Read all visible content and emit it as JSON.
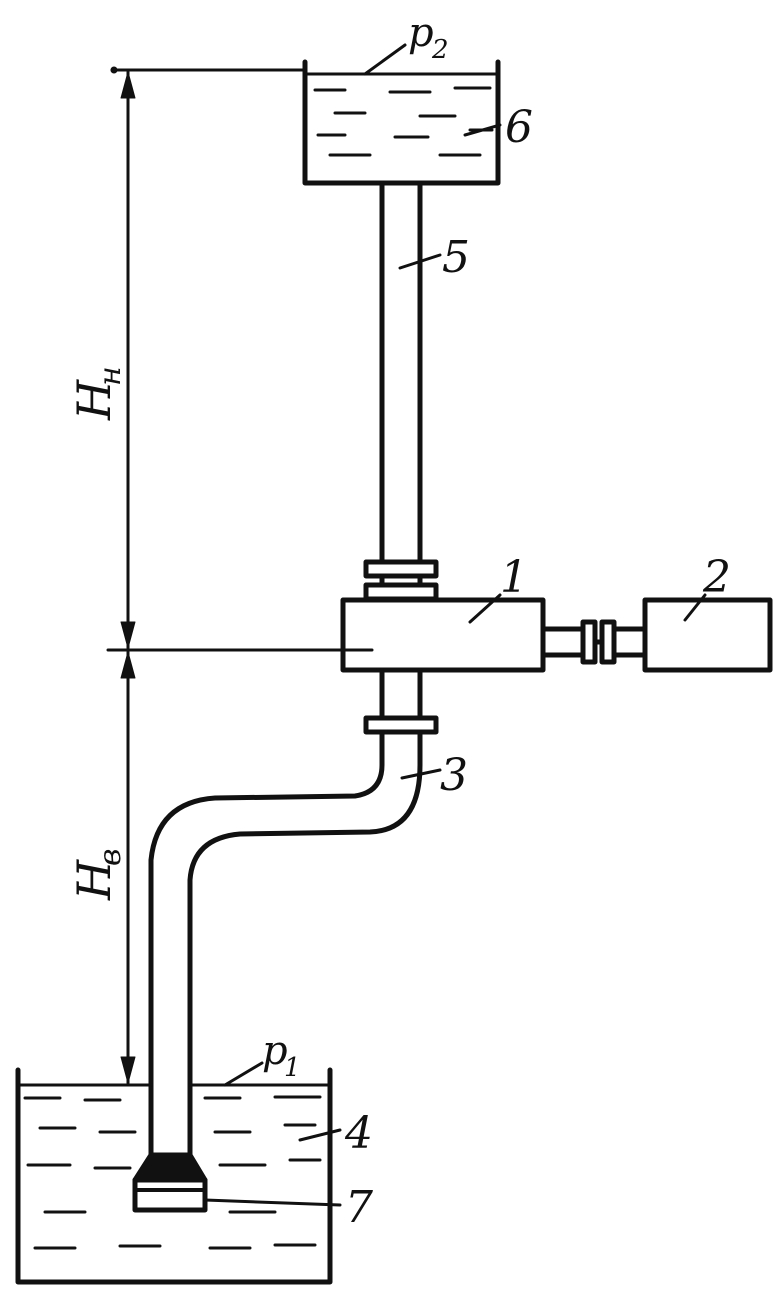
{
  "labels": {
    "n1": "1",
    "n2": "2",
    "n3": "3",
    "n4": "4",
    "n5": "5",
    "n6": "6",
    "n7": "7",
    "p1_main": "p",
    "p1_sub": "1",
    "p2_main": "p",
    "p2_sub": "2",
    "hn_main": "H",
    "hn_sub": "н",
    "hv_main": "H",
    "hv_sub": "в"
  },
  "colors": {
    "ink": "#111111",
    "paper": "#ffffff"
  }
}
